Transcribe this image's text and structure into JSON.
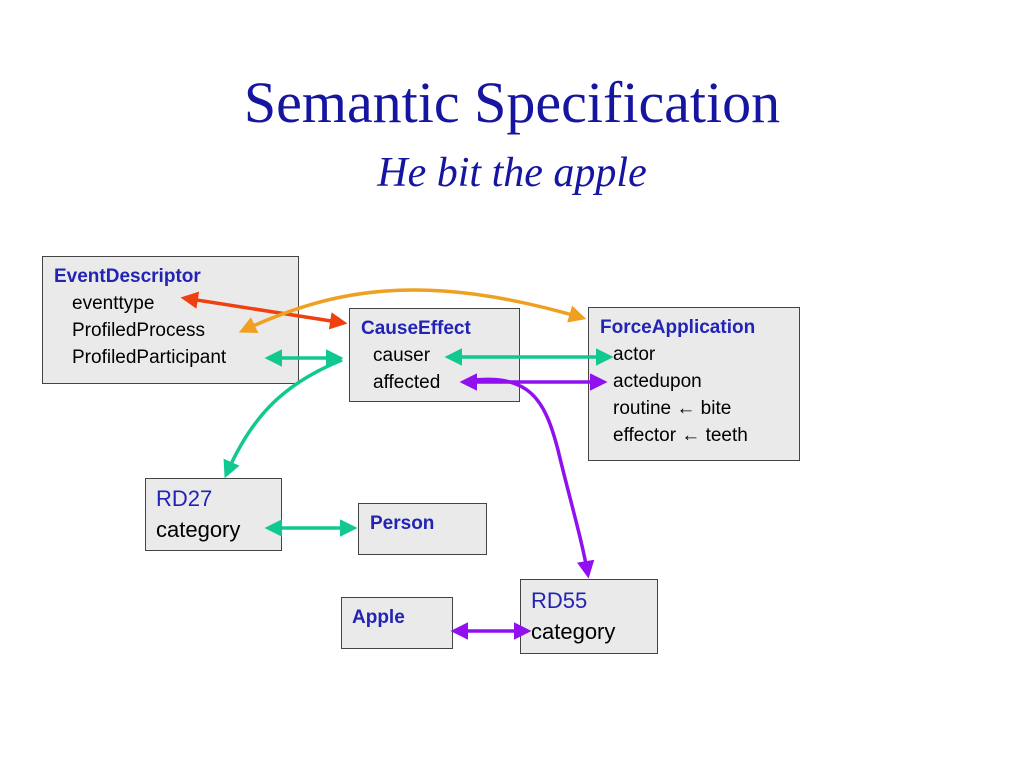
{
  "slide": {
    "title": "Semantic Specification",
    "subtitle": "He bit the apple"
  },
  "boxes": {
    "event_descriptor": {
      "title": "EventDescriptor",
      "items": [
        "eventtype",
        "ProfiledProcess",
        "ProfiledParticipant"
      ]
    },
    "cause_effect": {
      "title": "CauseEffect",
      "items": [
        "causer",
        "affected"
      ]
    },
    "force_application": {
      "title": "ForceApplication",
      "items": [
        "actor",
        "actedupon",
        "routine ← bite",
        "effector ← teeth"
      ]
    },
    "rd27": {
      "title": "RD27",
      "items": [
        "category"
      ]
    },
    "person": {
      "title": "Person"
    },
    "rd55": {
      "title": "RD55",
      "items": [
        "category"
      ]
    },
    "apple": {
      "title": "Apple"
    }
  },
  "colors": {
    "title": "#1515a0",
    "red_arrow": "#f04010",
    "orange_arrow": "#f0a020",
    "teal_arrow": "#10c890",
    "purple_arrow": "#9010f0"
  }
}
